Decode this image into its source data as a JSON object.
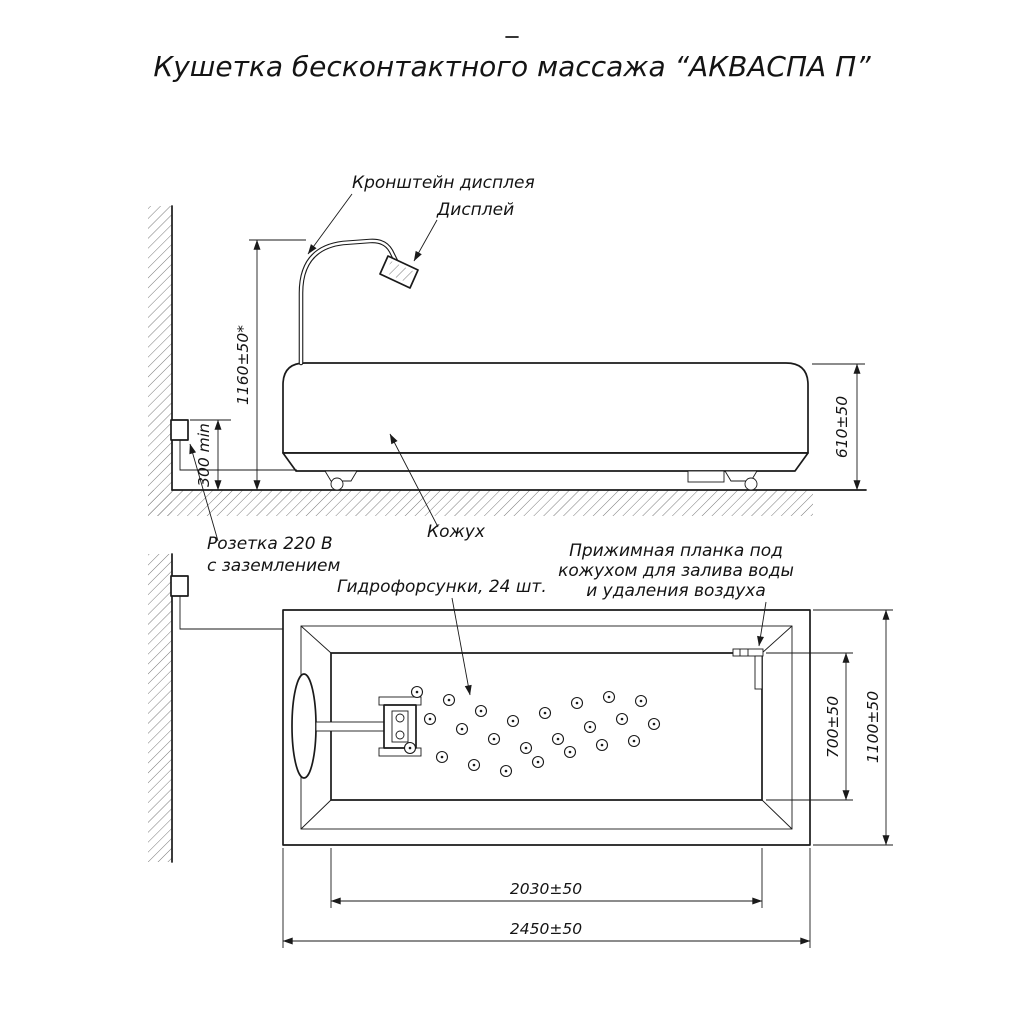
{
  "title": "Кушетка бесконтактного массажа “АКВАСПА П”",
  "side_view": {
    "display_bracket_label": "Кронштейн дисплея",
    "display_label": "Дисплей",
    "cover_label": "Кожух",
    "socket_label_line1": "Розетка 220 В",
    "socket_label_line2": "с заземлением",
    "dim_display_height": "1160±50*",
    "dim_socket_height": "300 min",
    "dim_couch_height": "610±50"
  },
  "top_view": {
    "nozzles_label": "Гидрофорсунки, 24 шт.",
    "nozzle_count": 24,
    "clamp_label_line1": "Прижимная планка под",
    "clamp_label_line2": "кожухом для залива воды",
    "clamp_label_line3": "и удаления воздуха",
    "dim_inner_width": "700±50",
    "dim_outer_width": "1100±50",
    "dim_inner_length": "2030±50",
    "dim_outer_length": "2450±50"
  },
  "colors": {
    "ink": "#1a1a1a",
    "paper": "#ffffff",
    "hatch": "#7a7a7a"
  }
}
